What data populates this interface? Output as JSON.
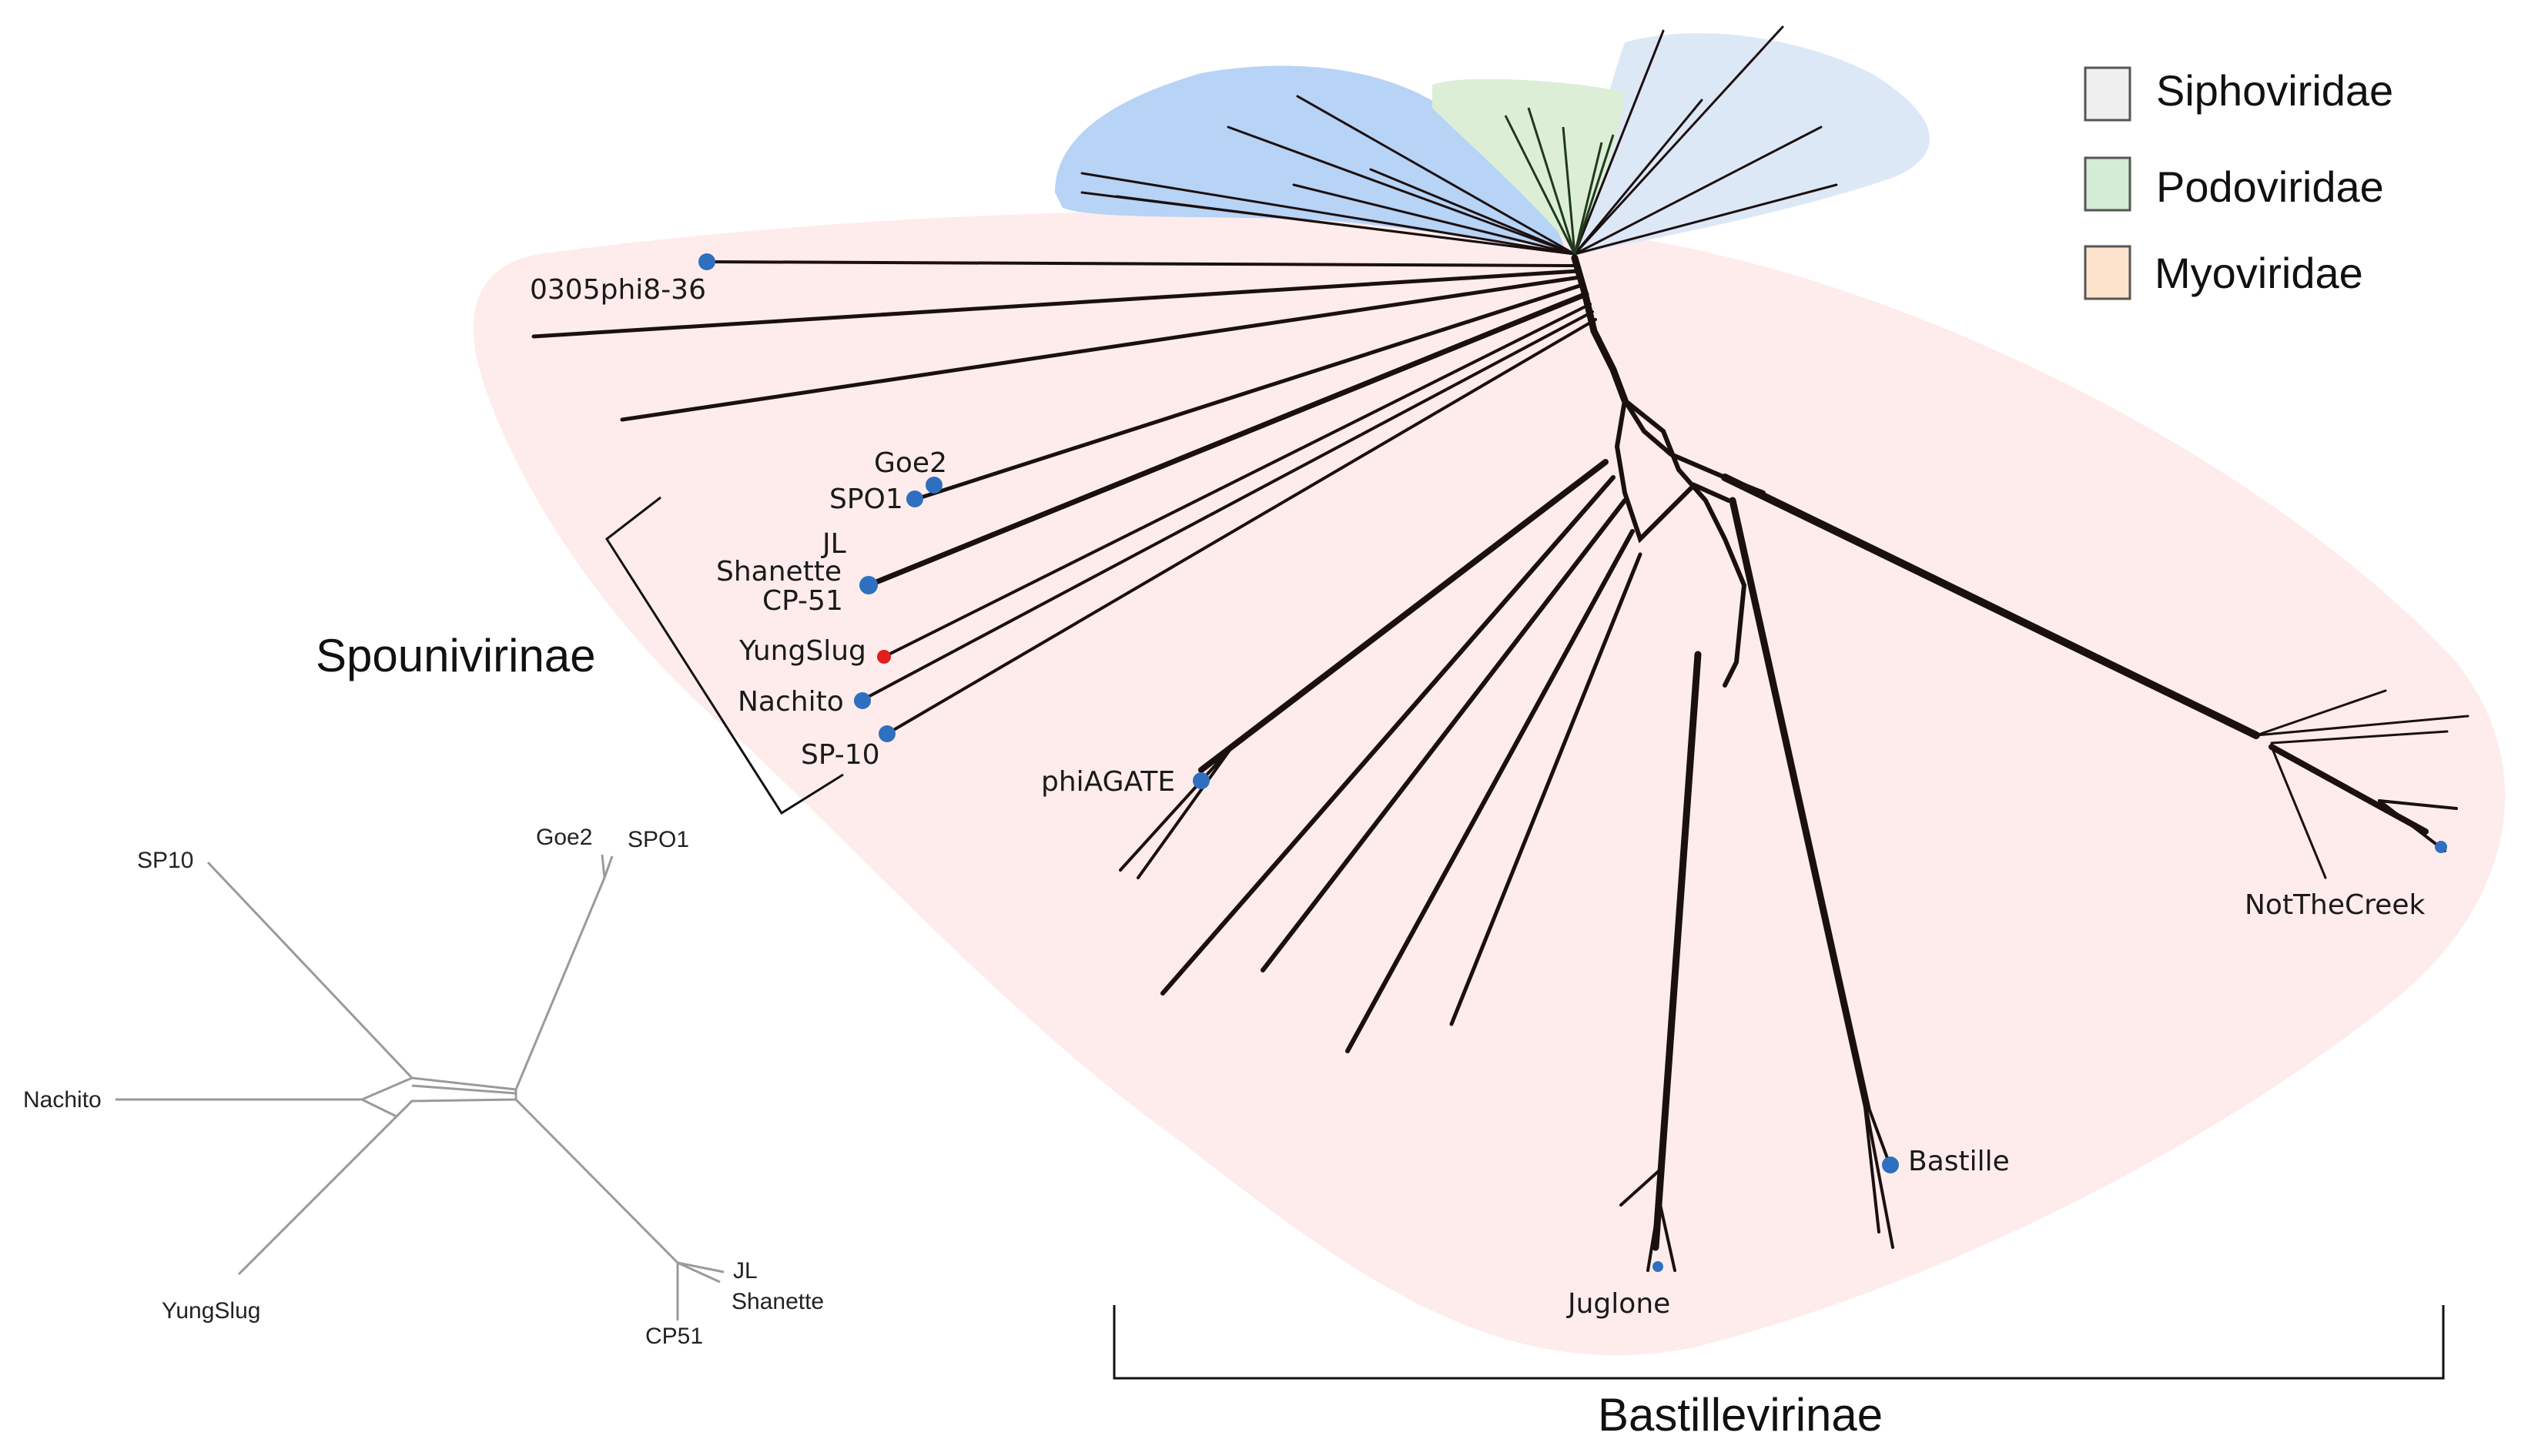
{
  "legend": {
    "items": [
      {
        "label": "Siphoviridae",
        "swatch_color": "#efefef"
      },
      {
        "label": "Podoviridae",
        "swatch_color": "#d3ecd3"
      },
      {
        "label": "Myoviridae",
        "swatch_color": "#fde3cc"
      }
    ]
  },
  "colors": {
    "region_myo": "#fdeceb",
    "region_sipho_dark": "#b7d3f6",
    "region_sipho_light": "#dde8f7",
    "region_podo": "#dcefd6",
    "branch": "#1b1010",
    "podo_branch": "#1f3a1c",
    "marker_blue": "#2f6fc0",
    "marker_red": "#e21d1d",
    "inset_line": "#9a9a9a"
  },
  "main_tree": {
    "subfamily_labels": {
      "spounivirinae": "Spounivirinae",
      "bastillevirinae": "Bastillevirinae"
    },
    "taxa": [
      {
        "label": "0305phi8-36",
        "marker": "blue"
      },
      {
        "label": "Goe2",
        "marker": "blue"
      },
      {
        "label": "SPO1",
        "marker": "blue"
      },
      {
        "label": "JL",
        "marker": "none"
      },
      {
        "label": "Shanette",
        "marker": "none"
      },
      {
        "label": "CP-51",
        "marker": "blue"
      },
      {
        "label": "YungSlug",
        "marker": "red"
      },
      {
        "label": "Nachito",
        "marker": "blue"
      },
      {
        "label": "SP-10",
        "marker": "blue"
      },
      {
        "label": "phiAGATE",
        "marker": "blue"
      },
      {
        "label": "NotTheCreek",
        "marker": "blue"
      },
      {
        "label": "Bastille",
        "marker": "blue"
      },
      {
        "label": "Juglone",
        "marker": "blue"
      }
    ]
  },
  "inset_tree": {
    "taxa": [
      "SP10",
      "Goe2",
      "SPO1",
      "Nachito",
      "YungSlug",
      "JL",
      "Shanette",
      "CP51"
    ]
  }
}
